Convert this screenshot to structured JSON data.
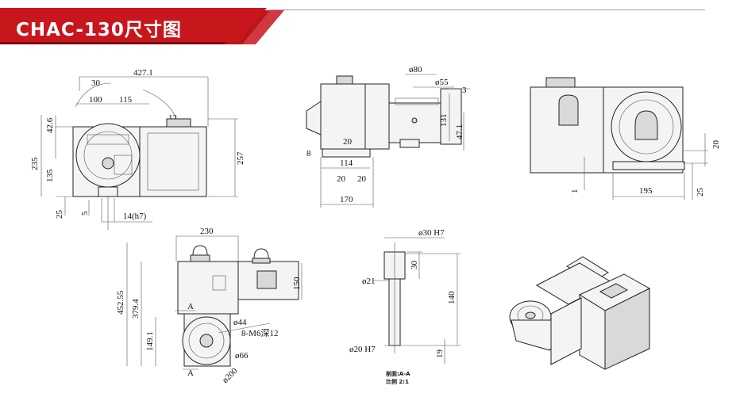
{
  "header": {
    "title": "CHAC-130尺寸图",
    "banner_color": "#c8161d",
    "banner_dark": "#7a0c10"
  },
  "front_view": {
    "width_total": "427.1",
    "dim_100": "100",
    "dim_115": "115",
    "angle_30": "30",
    "offset_426": "42.6",
    "height_235": "235",
    "height_135": "135",
    "height_257": "257",
    "dim_25": "25",
    "dim_5": "5",
    "key": "14(h7)",
    "angle_12": "12"
  },
  "side_view": {
    "dia_80": "ø80",
    "dia_55": "ø55",
    "dim_3": "3",
    "dim_131": "131",
    "dim_471": "47.1",
    "dim_8": "8",
    "dim_20_top": "20",
    "dim_114": "114",
    "dim_20_a": "20",
    "dim_20_b": "20",
    "dim_170": "170"
  },
  "rear_view": {
    "dim_20": "20",
    "dim_1": "1",
    "dim_195": "195",
    "dim_25": "25"
  },
  "top_view": {
    "width_230": "230",
    "height_45255": "452.55",
    "height_3794": "379.4",
    "height_1491": "149.1",
    "height_150": "150",
    "dia_44": "ø44",
    "bolts": "8-M6深12",
    "dia_66": "ø66",
    "dia_200": "ø200",
    "section_a_top": "A",
    "section_a_bottom": "A"
  },
  "section_view": {
    "dia_30": "ø30 H7",
    "dim_30": "30",
    "dia_21": "ø21",
    "dim_140": "140",
    "dia_20": "ø20 H7",
    "dim_19": "19",
    "caption_1": "剖面:A-A",
    "caption_2": "比例 2:1"
  }
}
